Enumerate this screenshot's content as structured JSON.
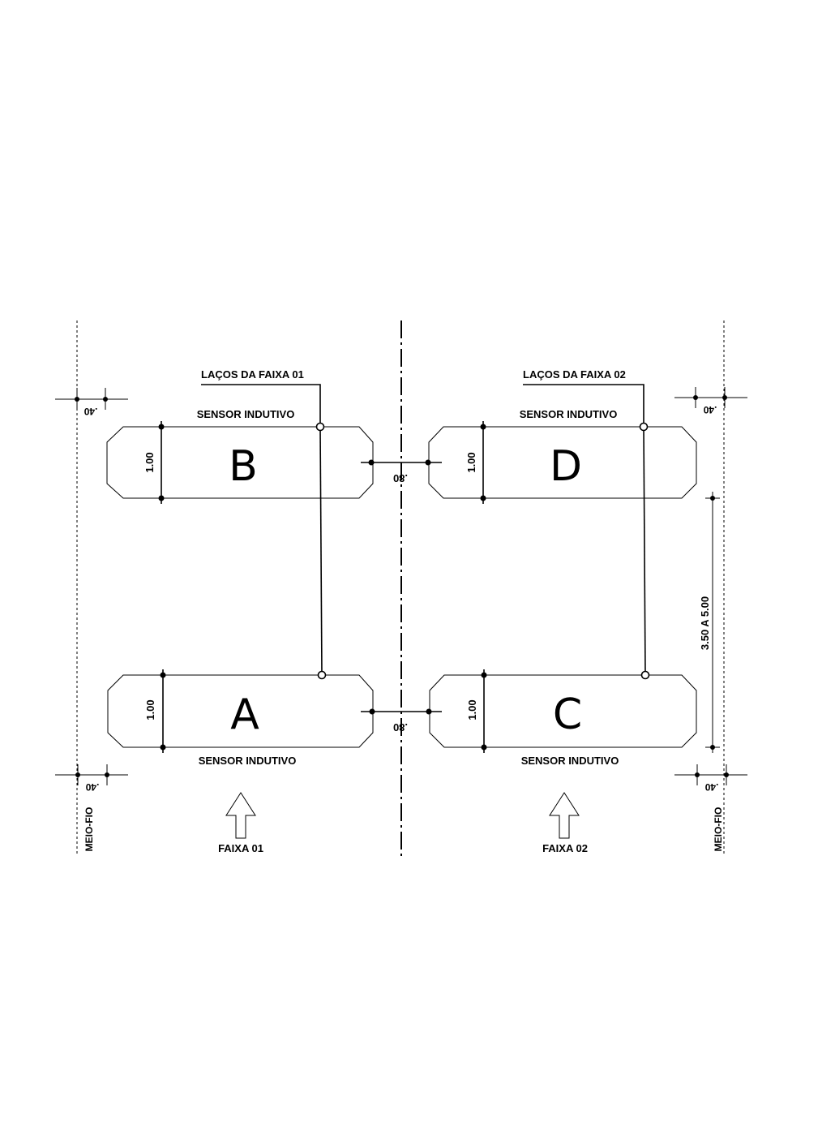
{
  "loops": {
    "A": {
      "letter": "A",
      "width": "1.00"
    },
    "B": {
      "letter": "B",
      "width": "1.00"
    },
    "C": {
      "letter": "C",
      "width": "1.00"
    },
    "D": {
      "letter": "D",
      "width": "1.00"
    }
  },
  "leaders": {
    "lane1": "LAÇOS DA FAIXA 01",
    "lane2": "LAÇOS DA FAIXA 02"
  },
  "sensor_labels": {
    "top_left": "SENSOR INDUTIVO",
    "top_right": "SENSOR INDUTIVO",
    "bottom_left": "SENSOR INDUTIVO",
    "bottom_right": "SENSOR INDUTIVO"
  },
  "dimensions": {
    "curb_offset_top_left": ".40",
    "curb_offset_top_right": ".40",
    "curb_offset_bottom_left": ".40",
    "curb_offset_bottom_right": ".40",
    "center_gap_top": ".80",
    "center_gap_bottom": ".80",
    "loop_spacing": "3.50 A 5.00"
  },
  "curb": {
    "left": "MEIO-FIO",
    "right": "MEIO-FIO"
  },
  "lanes": {
    "lane1": "FAIXA 01",
    "lane2": "FAIXA 02"
  }
}
